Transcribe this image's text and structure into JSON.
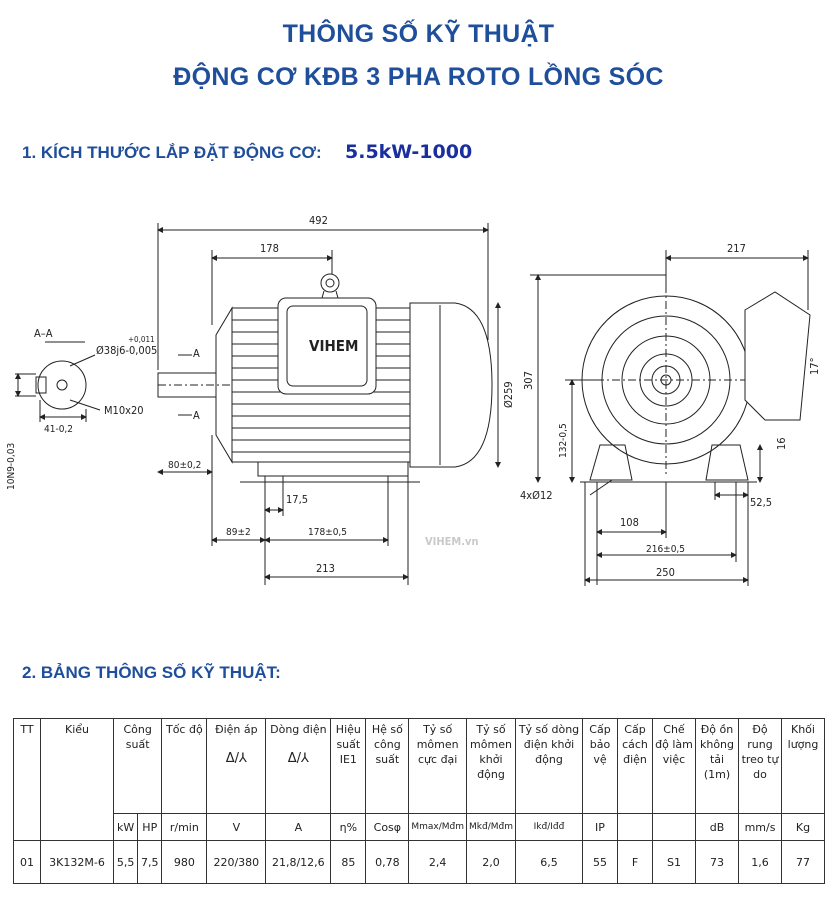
{
  "title_line1": "THÔNG SỐ KỸ THUẬT",
  "title_line2": "ĐỘNG CƠ KĐB 3 PHA ROTO LỒNG SÓC",
  "section1": "1. KÍCH THƯỚC LẮP ĐẶT ĐỘNG CƠ:",
  "model": "5.5kW-1000",
  "section2": "2. BẢNG THÔNG SỐ KỸ THUẬT:",
  "watermark": "VIHEM.vn",
  "drawing": {
    "brand": "VIHEM",
    "section_label": "A–A",
    "shaft_tol": "Ø38j6-0,005",
    "shaft_tol_upper": "+0,011",
    "thread": "M10x20",
    "key_width": "10N9-0,03",
    "key_depth": "41-0,2",
    "arrow_a": "A",
    "dims": {
      "overall_length": "492",
      "d178_top": "178",
      "d80": "80±0,2",
      "d17_5": "17,5",
      "d89": "89±2",
      "d178_bottom": "178±0,5",
      "d213": "213",
      "d259": "Ø259",
      "d217": "217",
      "d307": "307",
      "d132": "132-0,5",
      "angle17": "17°",
      "d16": "16",
      "bolt": "4xØ12",
      "d52_5": "52,5",
      "d108": "108",
      "d216": "216±0,5",
      "d250": "250"
    }
  },
  "table": {
    "headers": {
      "tt": "TT",
      "kieu": "Kiểu",
      "cong_suat": "Công suất",
      "toc_do": "Tốc độ",
      "dien_ap": "Điện áp",
      "dien_ap_sym": "Δ/⅄",
      "dong_dien": "Dòng điện",
      "dong_dien_sym": "Δ/⅄",
      "hieu_suat": "Hiệu suất IE1",
      "he_so": "Hệ số công suất",
      "ty_so_cuc_dai": "Tỷ số mômen cực đại",
      "ty_so_cuc_dai_sym": "Mmax/Mđm",
      "ty_so_khoi_dong": "Tỷ số mômen khởi động",
      "ty_so_khoi_dong_sym": "Mkđ/Mđm",
      "ty_so_dong_dien": "Tỷ số dòng điện khởi động",
      "ty_so_dong_dien_sym": "Ikđ/Iđđ",
      "cap_bao_ve": "Cấp bảo vệ",
      "cap_cach_dien": "Cấp cách điện",
      "che_do": "Chế độ làm việc",
      "do_on": "Độ ồn không tải (1m)",
      "do_rung": "Độ rung treo tự do",
      "khoi_luong": "Khối lượng"
    },
    "units": [
      "kW",
      "HP",
      "r/min",
      "V",
      "A",
      "η%",
      "Cosφ",
      "Mmax/Mđm",
      "Mkđ/Mđm",
      "Ikđ/Iđđ",
      "IP",
      "dB",
      "mm/s",
      "Kg"
    ],
    "row": {
      "tt": "01",
      "kieu": "3K132M-6",
      "kw": "5,5",
      "hp": "7,5",
      "rpm": "980",
      "voltage": "220/380",
      "current": "21,8/12,6",
      "eff": "85",
      "cos": "0,78",
      "mmax": "2,4",
      "mkd": "2,0",
      "ikd": "6,5",
      "ip": "55",
      "insul": "F",
      "duty": "S1",
      "noise": "73",
      "vib": "1,6",
      "mass": "77"
    }
  }
}
